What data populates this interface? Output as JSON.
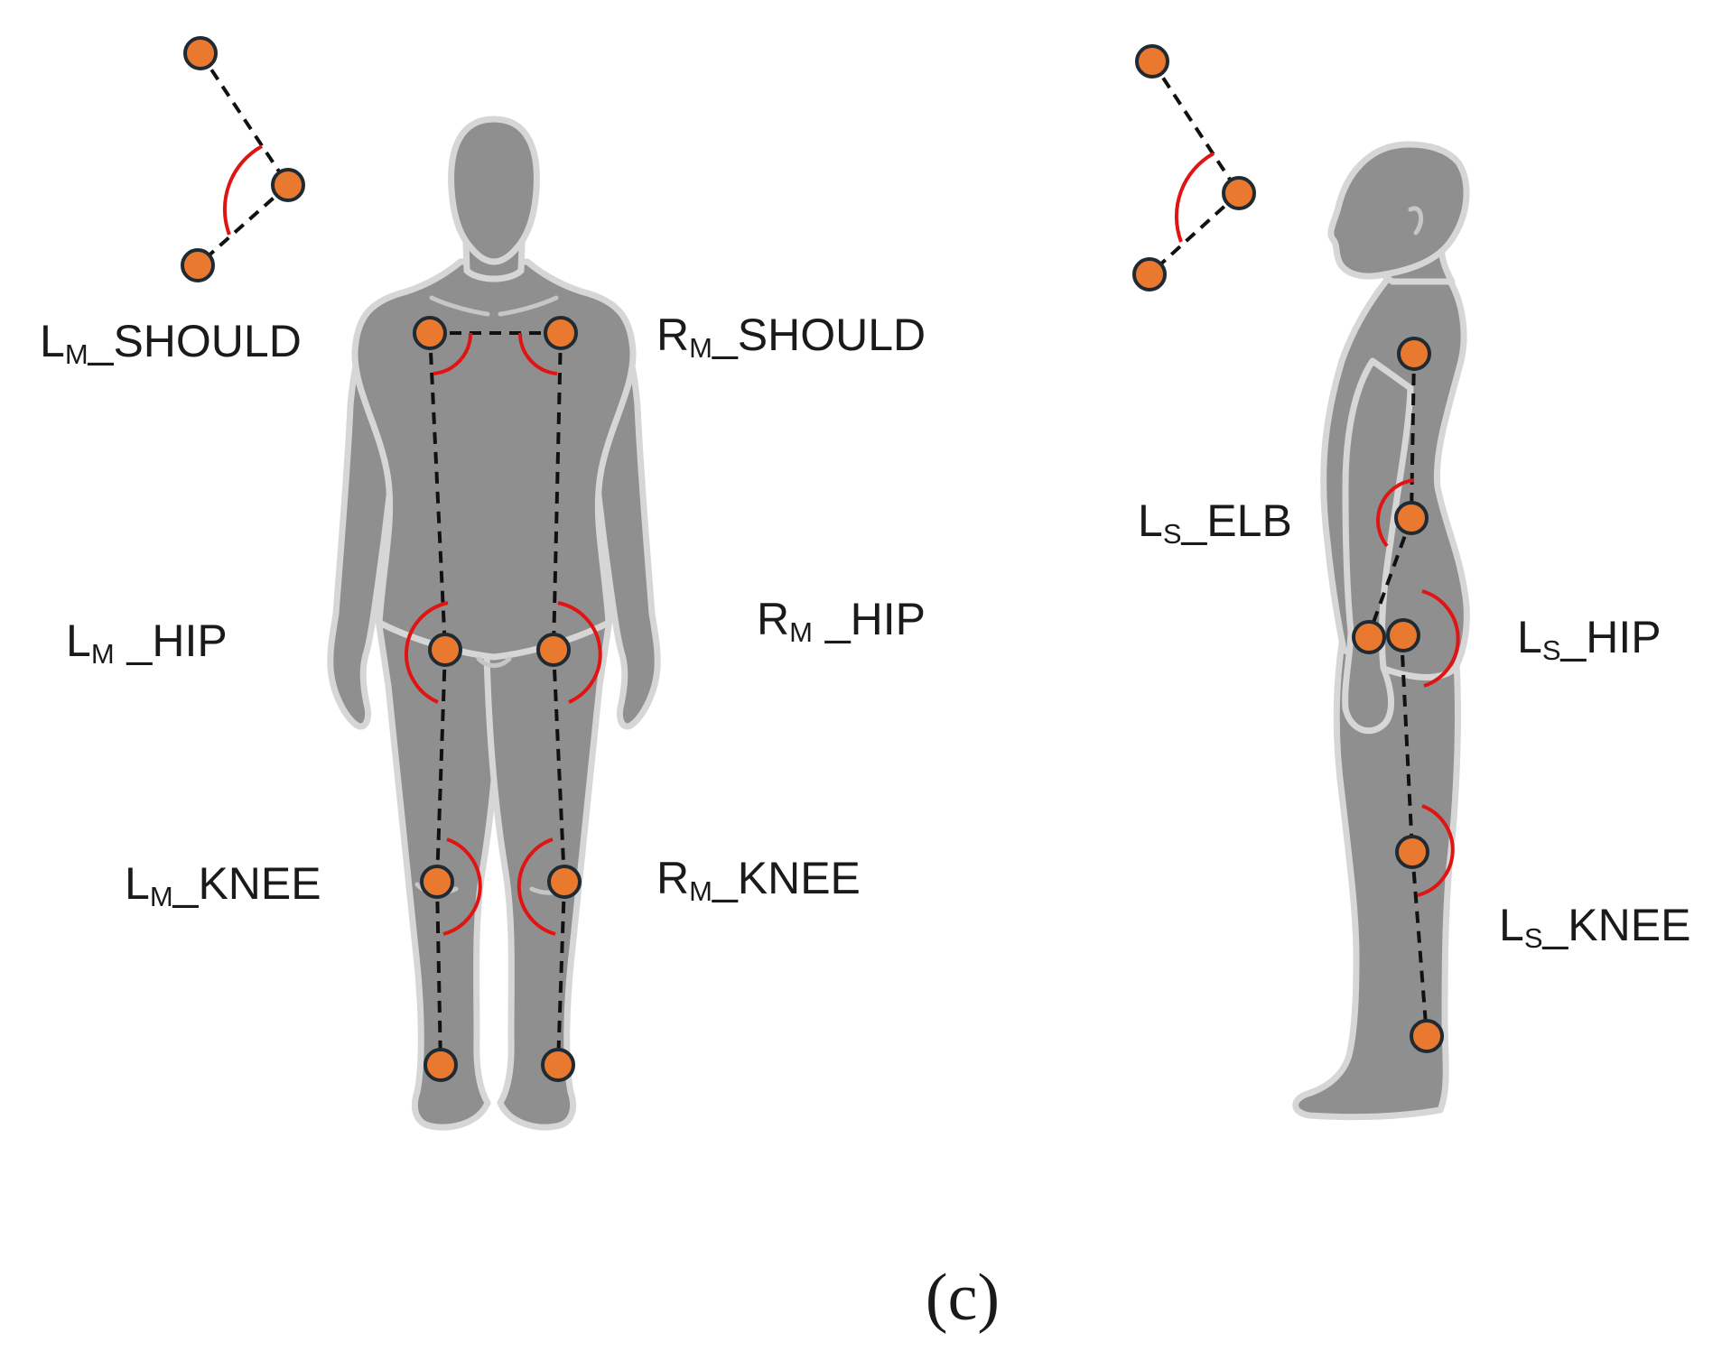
{
  "colors": {
    "joint_fill": "#e8792f",
    "joint_stroke": "#1f2a33",
    "angle_arc": "#e11414",
    "body_fill": "#8f8f8f",
    "body_outline": "#d6d6d6"
  },
  "labels": {
    "lm_should": {
      "main": "L",
      "sub": "M",
      "rest": "_SHOULD"
    },
    "rm_should": {
      "main": "R",
      "sub": "M",
      "rest": "_SHOULD"
    },
    "lm_hip": {
      "main": "L",
      "sub": "M",
      "rest": " _HIP"
    },
    "rm_hip": {
      "main": "R",
      "sub": "M",
      "rest": " _HIP"
    },
    "lm_knee": {
      "main": "L",
      "sub": "M",
      "rest": "_KNEE"
    },
    "rm_knee": {
      "main": "R",
      "sub": "M",
      "rest": "_KNEE"
    },
    "ls_elb": {
      "main": "L",
      "sub": "S",
      "rest": "_ELB"
    },
    "ls_hip": {
      "main": "L",
      "sub": "S",
      "rest": "_HIP"
    },
    "ls_knee": {
      "main": "L",
      "sub": "S",
      "rest": "_KNEE"
    }
  },
  "caption": "(c)"
}
